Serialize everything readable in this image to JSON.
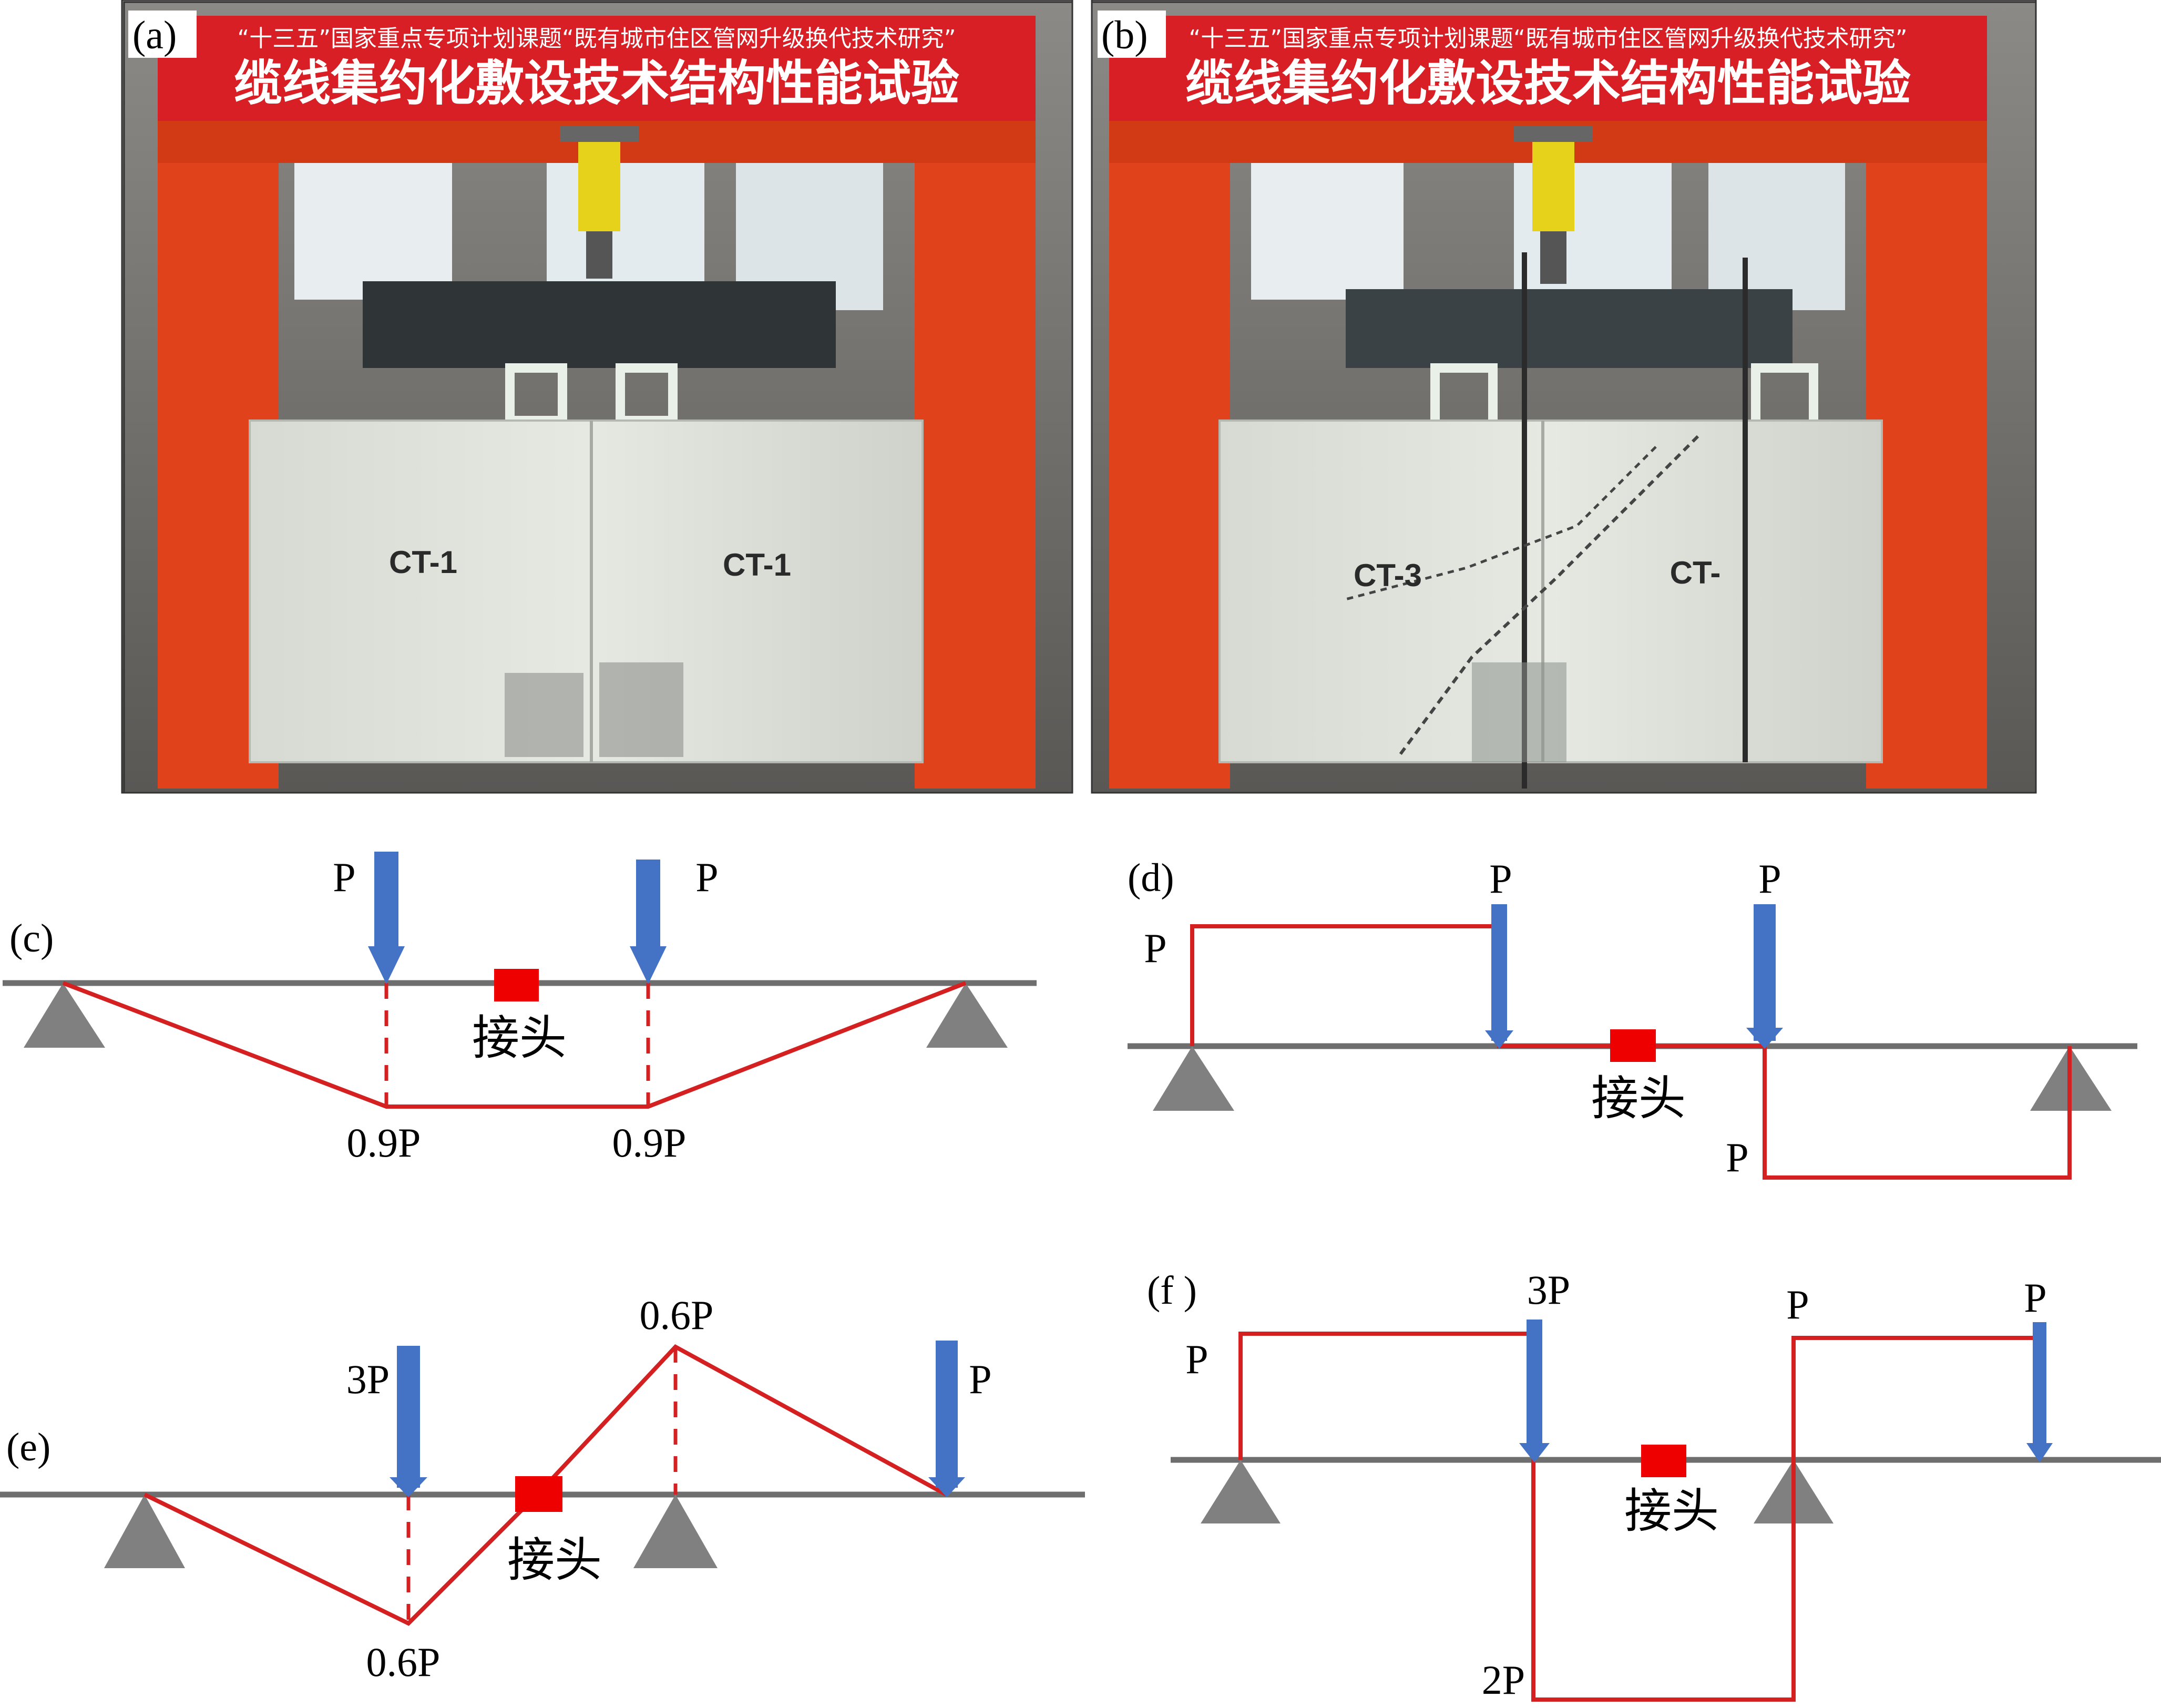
{
  "photos": [
    {
      "tag": "(a)",
      "banner_sub": "“十三五”国家重点专项计划课题“既有城市住区管网升级换代技术研究”",
      "banner_title": "缆线集约化敷设技术结构性能试验",
      "blocks": [
        "CT-1",
        "CT-1"
      ]
    },
    {
      "tag": "(b)",
      "banner_sub": "“十三五”国家重点专项计划课题“既有城市住区管网升级换代技术研究”",
      "banner_title": "缆线集约化敷设技术结构性能试验",
      "blocks": [
        "CT-3",
        "CT-"
      ]
    }
  ],
  "diagrams": {
    "c": {
      "tag": "(c)",
      "loads": [
        "P",
        "P"
      ],
      "moments": [
        "0.9P",
        "0.9P"
      ],
      "joint": "接头"
    },
    "d": {
      "tag": "(d)",
      "loads": [
        "P",
        "P"
      ],
      "moments": [
        "P",
        "P"
      ],
      "joint": "接头"
    },
    "e": {
      "tag": "(e)",
      "loads": [
        "3P",
        "P"
      ],
      "moments": [
        "0.6P",
        "0.6P"
      ],
      "joint": "接头"
    },
    "f": {
      "tag": "(f )",
      "loads": [
        "3P",
        "P",
        "P"
      ],
      "moments": [
        "P",
        "2P"
      ],
      "joint": "接头"
    }
  },
  "colors": {
    "beam": "#6e6e6e",
    "moment_line": "#d42020",
    "load_arrow": "#4472c4",
    "support": "#808080",
    "joint": "#ee0000",
    "frame": "#e0421b",
    "banner": "#d91f26"
  }
}
